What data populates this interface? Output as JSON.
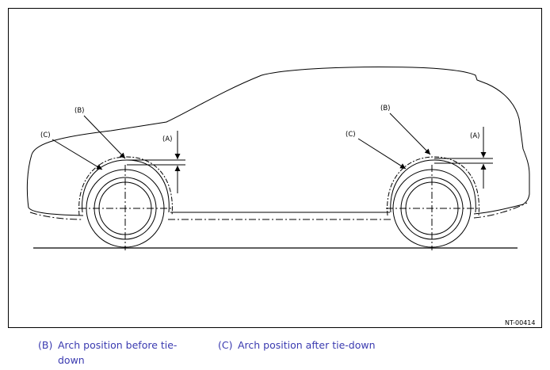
{
  "diagram": {
    "label_a": "(A)",
    "label_b": "(B)",
    "label_c": "(C)",
    "figure_code": "NT-00414"
  },
  "legend": {
    "b_key": "(B)",
    "b_text_line1": "Arch position before tie-",
    "b_text_line2": "down",
    "c_key": "(C)",
    "c_text": "Arch position after tie-down"
  },
  "colors": {
    "line": "#000000",
    "legend_text": "#3a3ab0"
  }
}
